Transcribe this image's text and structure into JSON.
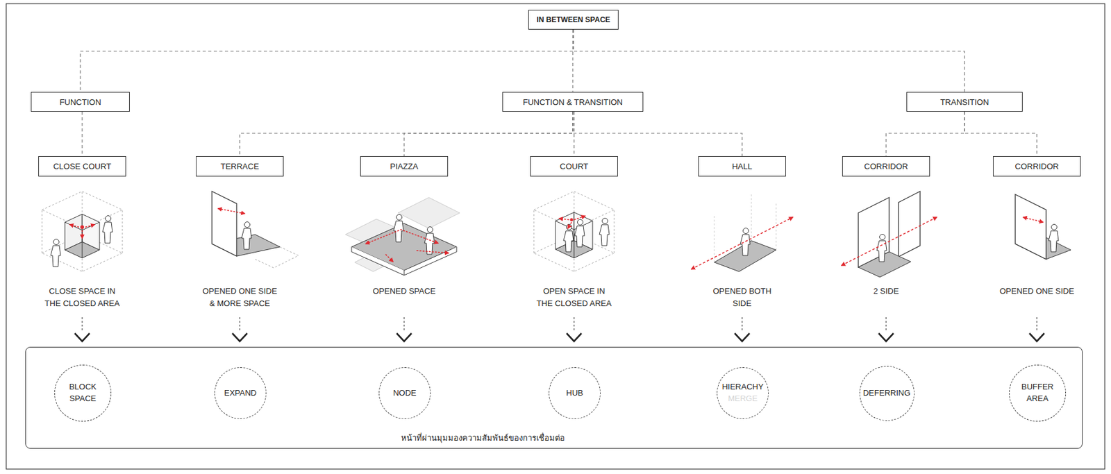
{
  "diagram": {
    "nodes": [
      {
        "text": [
          "IN BETWEEN SPACE"
        ]
      },
      {
        "text": [
          "FUNCTION"
        ]
      },
      {
        "text": [
          "FUNCTION & TRANSITION"
        ]
      },
      {
        "text": [
          "TRANSITION"
        ]
      },
      {
        "text": [
          "CLOSE COURT"
        ]
      },
      {
        "text": [
          "TERRACE"
        ]
      },
      {
        "text": [
          "PIAZZA"
        ]
      },
      {
        "text": [
          "COURT"
        ]
      },
      {
        "text": [
          "HALL"
        ]
      },
      {
        "text": [
          "CORRIDOR"
        ]
      },
      {
        "text": [
          "CORRIDOR"
        ]
      },
      {
        "text": [
          "หน้าที่ผ่านมุมมองความสัมพันธ์ของการเชื่อมต่อ"
        ]
      },
      {
        "text": [
          "BLOCK SPACE"
        ],
        "in": 11
      },
      {
        "text": [
          "EXPAND"
        ],
        "in": 11
      },
      {
        "text": [
          "NODE"
        ],
        "in": 11
      },
      {
        "text": [
          "HUB"
        ],
        "in": 11
      },
      {
        "text": [
          "HIERACHY",
          "MERGE"
        ],
        "in": 11
      },
      {
        "text": [
          "DEFERRING"
        ],
        "in": 11
      },
      {
        "text": [
          "BUFFER AREA"
        ],
        "in": 11
      }
    ],
    "edges": [
      {
        "from": 0,
        "to": 1,
        "arrow": "none"
      },
      {
        "from": 0,
        "to": 2,
        "arrow": "none"
      },
      {
        "from": 0,
        "to": 3,
        "arrow": "none"
      },
      {
        "from": 1,
        "to": 4,
        "arrow": "none"
      },
      {
        "from": 2,
        "to": 5,
        "arrow": "none"
      },
      {
        "from": 2,
        "to": 6,
        "arrow": "none"
      },
      {
        "from": 2,
        "to": 7,
        "arrow": "none"
      },
      {
        "from": 2,
        "to": 8,
        "arrow": "none"
      },
      {
        "from": 3,
        "to": 9,
        "arrow": "none"
      },
      {
        "from": 3,
        "to": 10,
        "arrow": "none"
      }
    ],
    "labels": [
      "CLOSE SPACE IN THE CLOSED AREA",
      "OPENED ONE SIDE & MORE SPACE",
      "OPENED SPACE",
      "OPEN SPACE IN THE CLOSED AREA",
      "OPENED BOTH SIDE",
      "2 SIDE",
      "OPENED ONE SIDE"
    ]
  }
}
